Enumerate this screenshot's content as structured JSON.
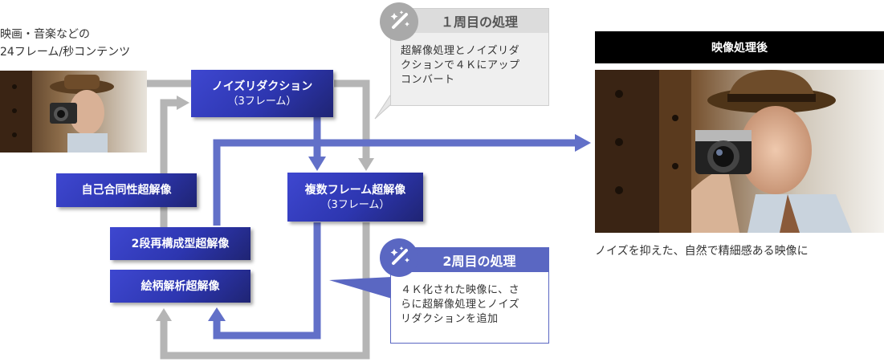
{
  "source_label": "映画・音楽などの\n24フレーム/秒コンテンツ",
  "blocks": {
    "noise_reduction": {
      "title": "ノイズリダクション",
      "sub": "（3フレーム）"
    },
    "multi_frame": {
      "title": "複数フレーム超解像",
      "sub": "（3フレーム）"
    },
    "self_similarity": {
      "title": "自己合同性超解像"
    },
    "two_stage": {
      "title": "2段再構成型超解像"
    },
    "pattern_analysis": {
      "title": "絵柄解析超解像"
    }
  },
  "callout1": {
    "title": "１周目の処理",
    "body": "超解像処理とノイズリダ\nクションで４Ｋにアップ\nコンバート",
    "icon": "magic-wand-icon"
  },
  "callout2": {
    "title": "2周目の処理",
    "body": "４Ｋ化された映像に、さ\nらに超解像処理とノイズ\nリダクションを追加",
    "icon": "magic-wand-icon"
  },
  "result": {
    "header": "映像処理後",
    "caption": "ノイズを抑えた、自然で精細感ある映像に"
  },
  "colors": {
    "blue": "#6270c8",
    "gray": "#b5b5b5",
    "block": "#2d36b0",
    "callout2_header": "#5a67c2",
    "callout1_header": "#dcdcdc"
  }
}
